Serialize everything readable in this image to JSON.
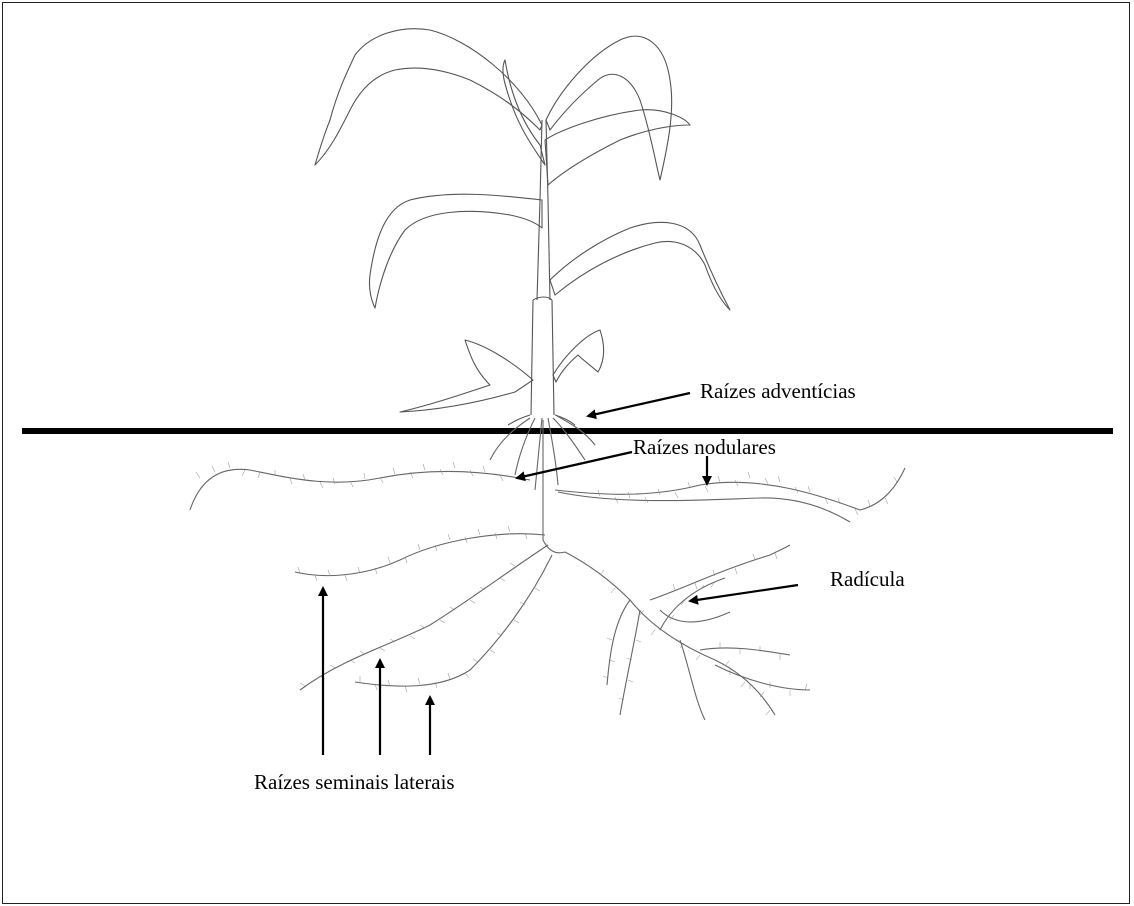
{
  "labels": {
    "adventitious_roots": "Raízes adventícias",
    "nodal_roots": "Raízes nodulares",
    "radicle": "Radícula",
    "lateral_seminal_roots": "Raízes seminais laterais"
  },
  "colors": {
    "line": "#000000",
    "plant_stroke": "#555555",
    "background": "#ffffff",
    "frame": "#222222"
  }
}
